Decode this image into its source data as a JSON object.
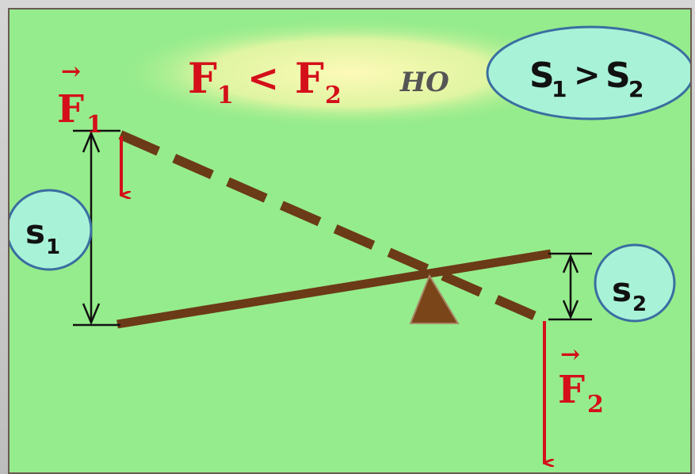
{
  "title": {
    "f1": "F",
    "f1_sub": "1",
    "less_than": "<",
    "f2": "F",
    "f2_sub": "2",
    "conjunction": "НО"
  },
  "bubble_compare": {
    "s1": "S",
    "s1_sub": "1",
    "greater_than": ">",
    "s2": "S",
    "s2_sub": "2"
  },
  "bubble_s1": {
    "letter": "s",
    "sub": "1"
  },
  "bubble_s2": {
    "letter": "s",
    "sub": "2"
  },
  "force_1": {
    "letter": "F",
    "sub": "1",
    "arrow": "→"
  },
  "force_2": {
    "letter": "F",
    "sub": "2",
    "arrow": "→"
  },
  "colors": {
    "background": "#95ec8c",
    "glow": "#fbf7a0",
    "lever": "#6b3a16",
    "force": "#d40f1a",
    "bubble_fill": "#a8f2d8",
    "bubble_stroke": "#3a6ea0",
    "fulcrum": "#6b3a16"
  }
}
